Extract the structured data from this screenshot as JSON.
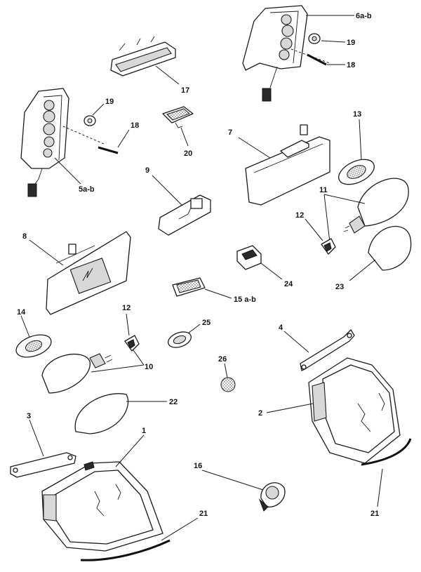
{
  "callouts": {
    "c1": "1",
    "c2": "2",
    "c3": "3",
    "c4": "4",
    "c5": "5a-b",
    "c6": "6a-b",
    "c7": "7",
    "c8": "8",
    "c9": "9",
    "c10": "10",
    "c11": "11",
    "c12a": "12",
    "c12b": "12",
    "c13": "13",
    "c14": "14",
    "c15": "15 a-b",
    "c16": "16",
    "c17": "17",
    "c18a": "18",
    "c18b": "18",
    "c19a": "19",
    "c19b": "19",
    "c20": "20",
    "c21a": "21",
    "c21b": "21",
    "c22": "22",
    "c23": "23",
    "c24": "24",
    "c25": "25",
    "c26": "26"
  }
}
